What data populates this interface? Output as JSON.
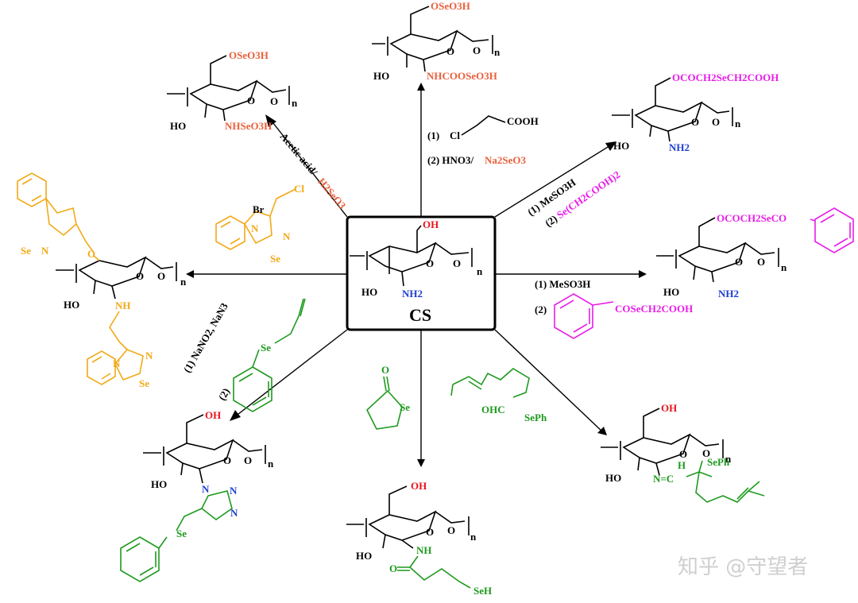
{
  "center": {
    "label": "CS",
    "oh": "OH",
    "nh2": "NH2",
    "o": "O",
    "n": "n"
  },
  "top": {
    "oseo3h": "OSeO3H",
    "nh": "NHCOOSeO3H",
    "ho": "HO",
    "o": "O",
    "n": "n",
    "r1": "(1)",
    "r1_cl": "Cl",
    "r1_cooh": "COOH",
    "r2a": "(2) HNO3/",
    "r2b": "Na2SeO3"
  },
  "top_left": {
    "oseo3h": "OSeO3H",
    "nh": "NHSeO3H",
    "ho": "HO",
    "o": "O",
    "n": "n",
    "r_a": "Acetic acid/",
    "r_b": "H2SeO3"
  },
  "top_right": {
    "sub": "OCOCH2SeCH2COOH",
    "nh2": "NH2",
    "ho": "HO",
    "o": "O",
    "n": "n",
    "r1": "(1) MeSO3H",
    "r2a": "(2)",
    "r2b": "Se(CH2COOH)2"
  },
  "right": {
    "sub": "OCOCH2SeCO",
    "nh2": "NH2",
    "ho": "HO",
    "o": "O",
    "n": "n",
    "r1": "(1) MeSO3H",
    "r2": "(2)",
    "r2_sub": "COSeCH2COOH"
  },
  "left": {
    "se1": "Se",
    "n1": "N",
    "o1": "O",
    "o2": "O",
    "n": "n",
    "ho": "HO",
    "nh": "NH",
    "se2": "Se",
    "n2": "N",
    "n3": "N",
    "reag_br": "Br",
    "reag_cl": "Cl",
    "reag_n": "N",
    "reag_n2": "N",
    "reag_se": "Se"
  },
  "bottom_left": {
    "r1": "(1) NaNO2, NaN3",
    "r2": "(2)",
    "reag_se": "Se",
    "oh": "OH",
    "o": "O",
    "n": "n",
    "ho": "HO",
    "n1": "N",
    "n2": "N",
    "n3": "N",
    "se": "Se"
  },
  "bottom": {
    "reag_o": "O",
    "reag_se": "Se",
    "oh": "OH",
    "o": "O",
    "n": "n",
    "ho": "HO",
    "nh": "NH",
    "o2": "O",
    "seh": "SeH"
  },
  "bottom_right": {
    "reag_ohc": "OHC",
    "reag_seph": "SePh",
    "oh": "OH",
    "o": "O",
    "n": "n",
    "ho": "HO",
    "h": "H",
    "nc": "N=C",
    "seph": "SePh"
  },
  "watermark": "知乎 @守望者"
}
